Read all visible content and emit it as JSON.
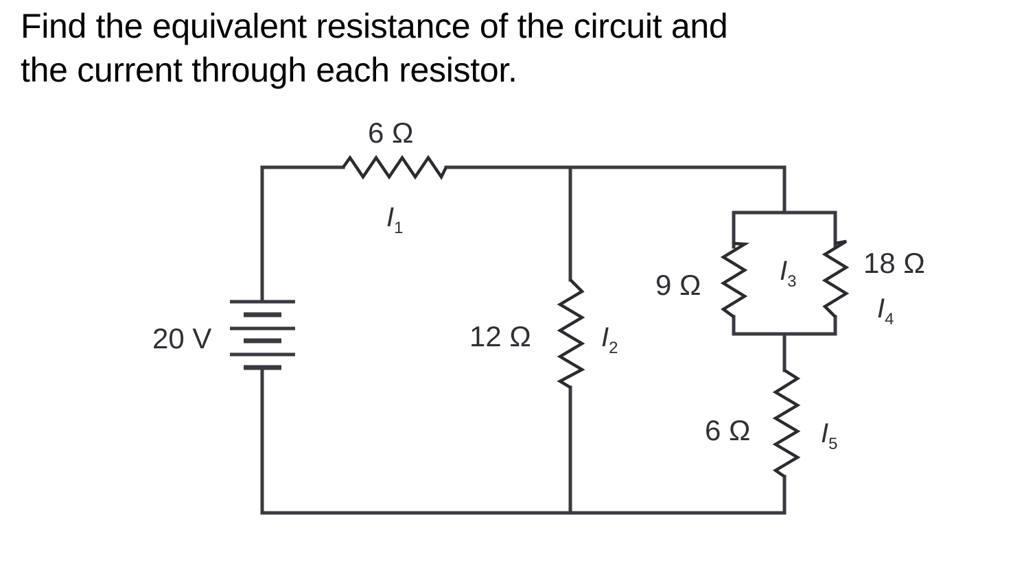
{
  "question": {
    "line1": "Find the equivalent resistance of the circuit and",
    "line2": "the current through each resistor."
  },
  "circuit": {
    "battery": {
      "label": "20 V",
      "voltage_V": 20
    },
    "resistors": [
      {
        "id": "R1",
        "label": "6 Ω",
        "ohms": 6,
        "current_symbol": "I",
        "current_sub": "1",
        "position": "top series"
      },
      {
        "id": "R2",
        "label": "12 Ω",
        "ohms": 12,
        "current_symbol": "I",
        "current_sub": "2",
        "position": "middle branch"
      },
      {
        "id": "R3",
        "label": "9 Ω",
        "ohms": 9,
        "current_symbol": "I",
        "current_sub": "3",
        "position": "right parallel left"
      },
      {
        "id": "R4",
        "label": "18 Ω",
        "ohms": 18,
        "current_symbol": "I",
        "current_sub": "4",
        "position": "right parallel right"
      },
      {
        "id": "R5",
        "label": "6 Ω",
        "ohms": 6,
        "current_symbol": "I",
        "current_sub": "5",
        "position": "right series bottom"
      }
    ]
  },
  "colors": {
    "wire": "#3a3b40",
    "text": "#000000"
  }
}
